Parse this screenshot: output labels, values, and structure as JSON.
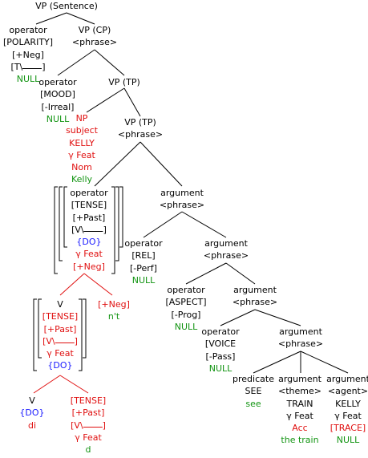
{
  "tree": {
    "root": {
      "label": "VP (Sentence)"
    },
    "polarity": {
      "l1": "operator",
      "l2": "[POLARITY]",
      "l3": "[+Neg]",
      "l4": "[T\\",
      "l5": "NULL"
    },
    "vp_cp": {
      "l1": "VP (CP)",
      "l2": "<phrase>"
    },
    "mood": {
      "l1": "operator",
      "l2": "[MOOD]",
      "l3": "[-Irreal]",
      "l4": "NULL"
    },
    "vp_tp1": {
      "l1": "VP (TP)"
    },
    "np": {
      "l1": "NP",
      "l2": "subject",
      "l3": "KELLY",
      "l4": "γ Feat",
      "l5": "Nom",
      "l6": "Kelly"
    },
    "vp_tp2": {
      "l1": "VP (TP)",
      "l2": "<phrase>"
    },
    "tense_op": {
      "l1": "operator",
      "l2": "[TENSE]",
      "l3": "[+Past]",
      "l4": "[V\\",
      "l5": "{DO}",
      "l6": "γ Feat",
      "l7": "[+Neg]"
    },
    "arg1": {
      "l1": "argument",
      "l2": "<phrase>"
    },
    "v_do": {
      "l1": "V",
      "l2": "[TENSE]",
      "l3": "[+Past]",
      "l4": "[V\\",
      "l5": "γ Feat",
      "l6": "{DO}"
    },
    "neg": {
      "l1": "[+Neg]",
      "l2": "n't"
    },
    "rel": {
      "l1": "operator",
      "l2": "[REL]",
      "l3": "[-Perf]",
      "l4": "NULL"
    },
    "arg2": {
      "l1": "argument",
      "l2": "<phrase>"
    },
    "aspect": {
      "l1": "operator",
      "l2": "[ASPECT]",
      "l3": "[-Prog]",
      "l4": "NULL"
    },
    "arg3": {
      "l1": "argument",
      "l2": "<phrase>"
    },
    "voice": {
      "l1": "operator",
      "l2": "[VOICE",
      "l3": "[-Pass]",
      "l4": "NULL"
    },
    "arg4": {
      "l1": "argument",
      "l2": "<phrase>"
    },
    "v_di": {
      "l1": "V",
      "l2": "{DO}",
      "l3": "di"
    },
    "tense_d": {
      "l1": "[TENSE]",
      "l2": "[+Past]",
      "l3": "[V\\",
      "l4": "γ Feat",
      "l5": "d"
    },
    "predicate": {
      "l1": "predicate",
      "l2": "SEE",
      "l3": "see"
    },
    "theme": {
      "l1": "argument",
      "l2": "<theme>",
      "l3": "TRAIN",
      "l4": "γ Feat",
      "l5": "Acc",
      "l6": "the train"
    },
    "agent": {
      "l1": "argument",
      "l2": "<agent>",
      "l3": "KELLY",
      "l4": "γ Feat",
      "l5": "[TRACE]",
      "l6": "NULL"
    }
  }
}
